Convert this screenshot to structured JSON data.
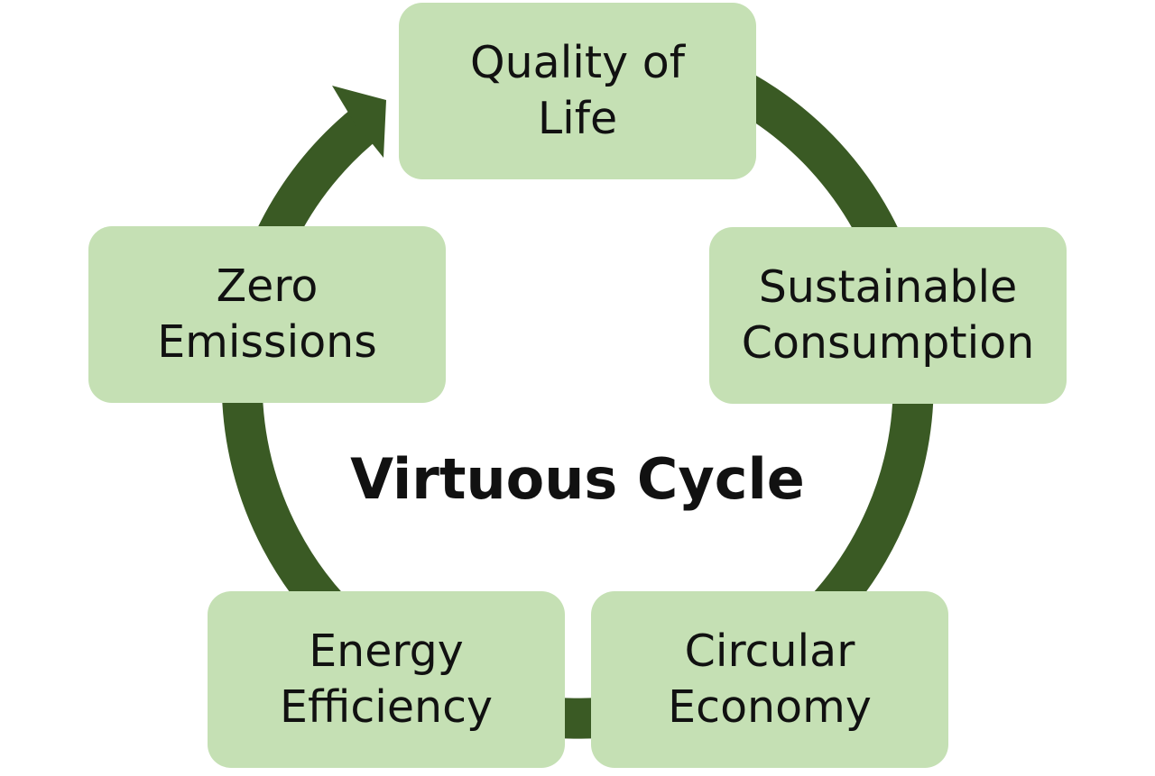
{
  "title": "Virtuous Cycle",
  "nodes": [
    {
      "line1": "Quality of",
      "line2": "Life"
    },
    {
      "line1": "Sustainable",
      "line2": "Consumption"
    },
    {
      "line1": "Circular",
      "line2": "Economy"
    },
    {
      "line1": "Energy",
      "line2": "Efficiency"
    },
    {
      "line1": "Zero",
      "line2": "Emissions"
    }
  ],
  "colors": {
    "box": "#c5e0b4",
    "arrow": "#3a5a24"
  }
}
